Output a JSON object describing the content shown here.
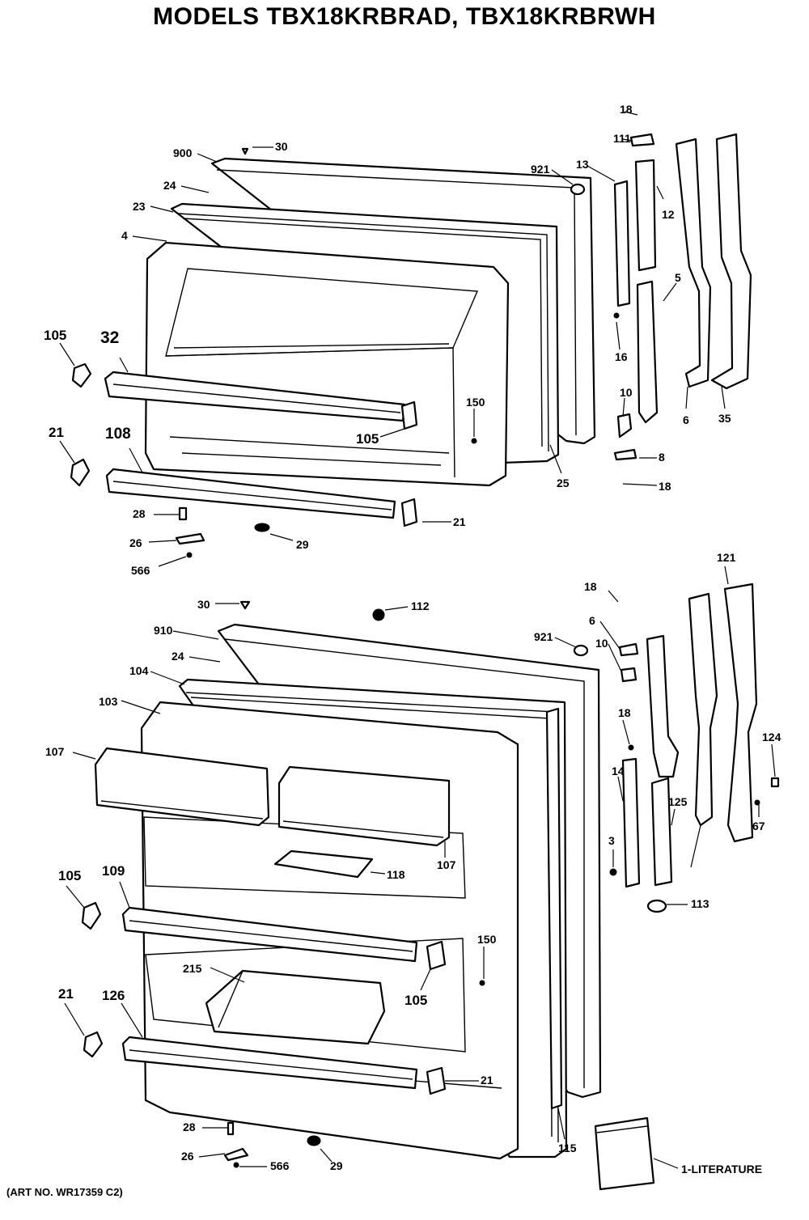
{
  "title": "MODELS TBX18KRBRAD, TBX18KRBRWH",
  "art_no": "(ART NO. WR17359 C2)",
  "callouts": {
    "upper": [
      "18",
      "111",
      "30",
      "900",
      "921",
      "13",
      "24",
      "12",
      "23",
      "4",
      "5",
      "105",
      "32",
      "16",
      "150",
      "105",
      "10",
      "6",
      "35",
      "21",
      "108",
      "25",
      "8",
      "18",
      "28",
      "21",
      "26",
      "29",
      "566"
    ],
    "lower": [
      "121",
      "18",
      "30",
      "112",
      "910",
      "921",
      "6",
      "10",
      "24",
      "104",
      "103",
      "18",
      "107",
      "14",
      "124",
      "125",
      "67",
      "107",
      "118",
      "3",
      "105",
      "109",
      "113",
      "150",
      "215",
      "105",
      "21",
      "126",
      "21",
      "28",
      "115",
      "26",
      "566",
      "29"
    ],
    "literature": "1-LITERATURE"
  }
}
